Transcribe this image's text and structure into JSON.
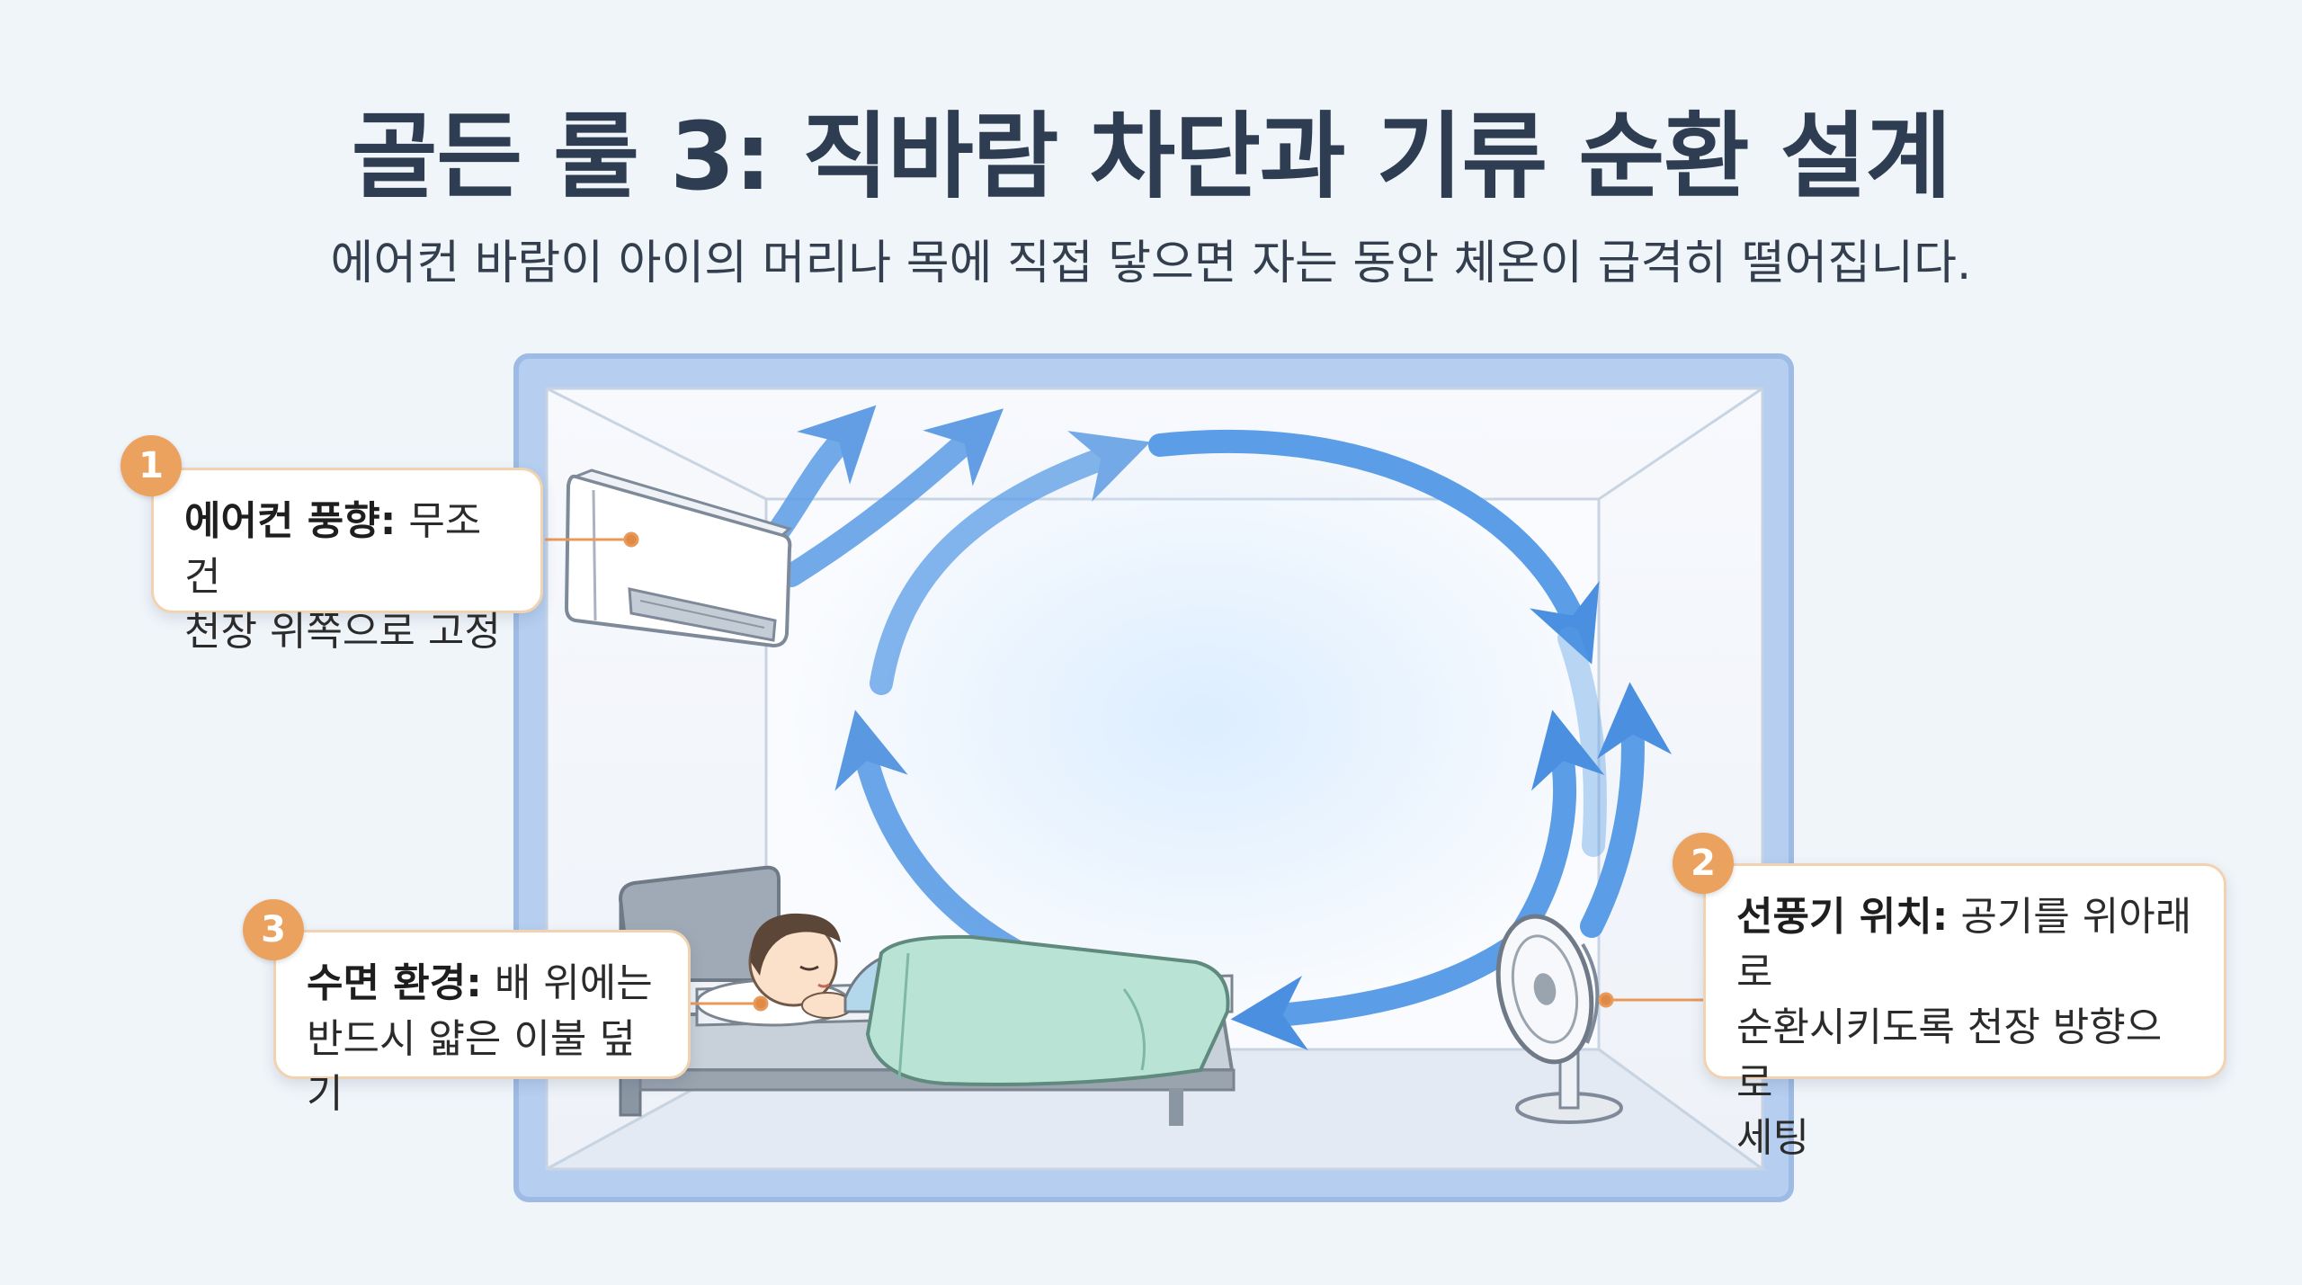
{
  "title": "골든 룰 3: 직바람 차단과 기류 순환 설계",
  "subtitle": "에어컨 바람이 아이의 머리나 목에 직접 닿으면 자는 동안 체온이 급격히 떨어집니다.",
  "callouts": [
    {
      "number": "1",
      "heading": "에어컨 풍향:",
      "line1": "무조건",
      "line2": "천장 위쪽으로 고정"
    },
    {
      "number": "2",
      "heading": "선풍기 위치:",
      "line1": "공기를 위아래로",
      "line2": "순환시키도록 천장 방향으로",
      "line3": "세팅"
    },
    {
      "number": "3",
      "heading": "수면 환경:",
      "line1": "배 위에는",
      "line2": "반드시 얇은 이불 덮기"
    }
  ],
  "colors": {
    "background": "#f0f5fa",
    "room_frame": "#a8c5ea",
    "airflow": "#4a90e0",
    "badge": "#eaa25e",
    "blanket": "#b9e4d5"
  },
  "icons": [
    "air-conditioner-icon",
    "fan-icon",
    "bed-icon",
    "sleeping-child-icon"
  ]
}
